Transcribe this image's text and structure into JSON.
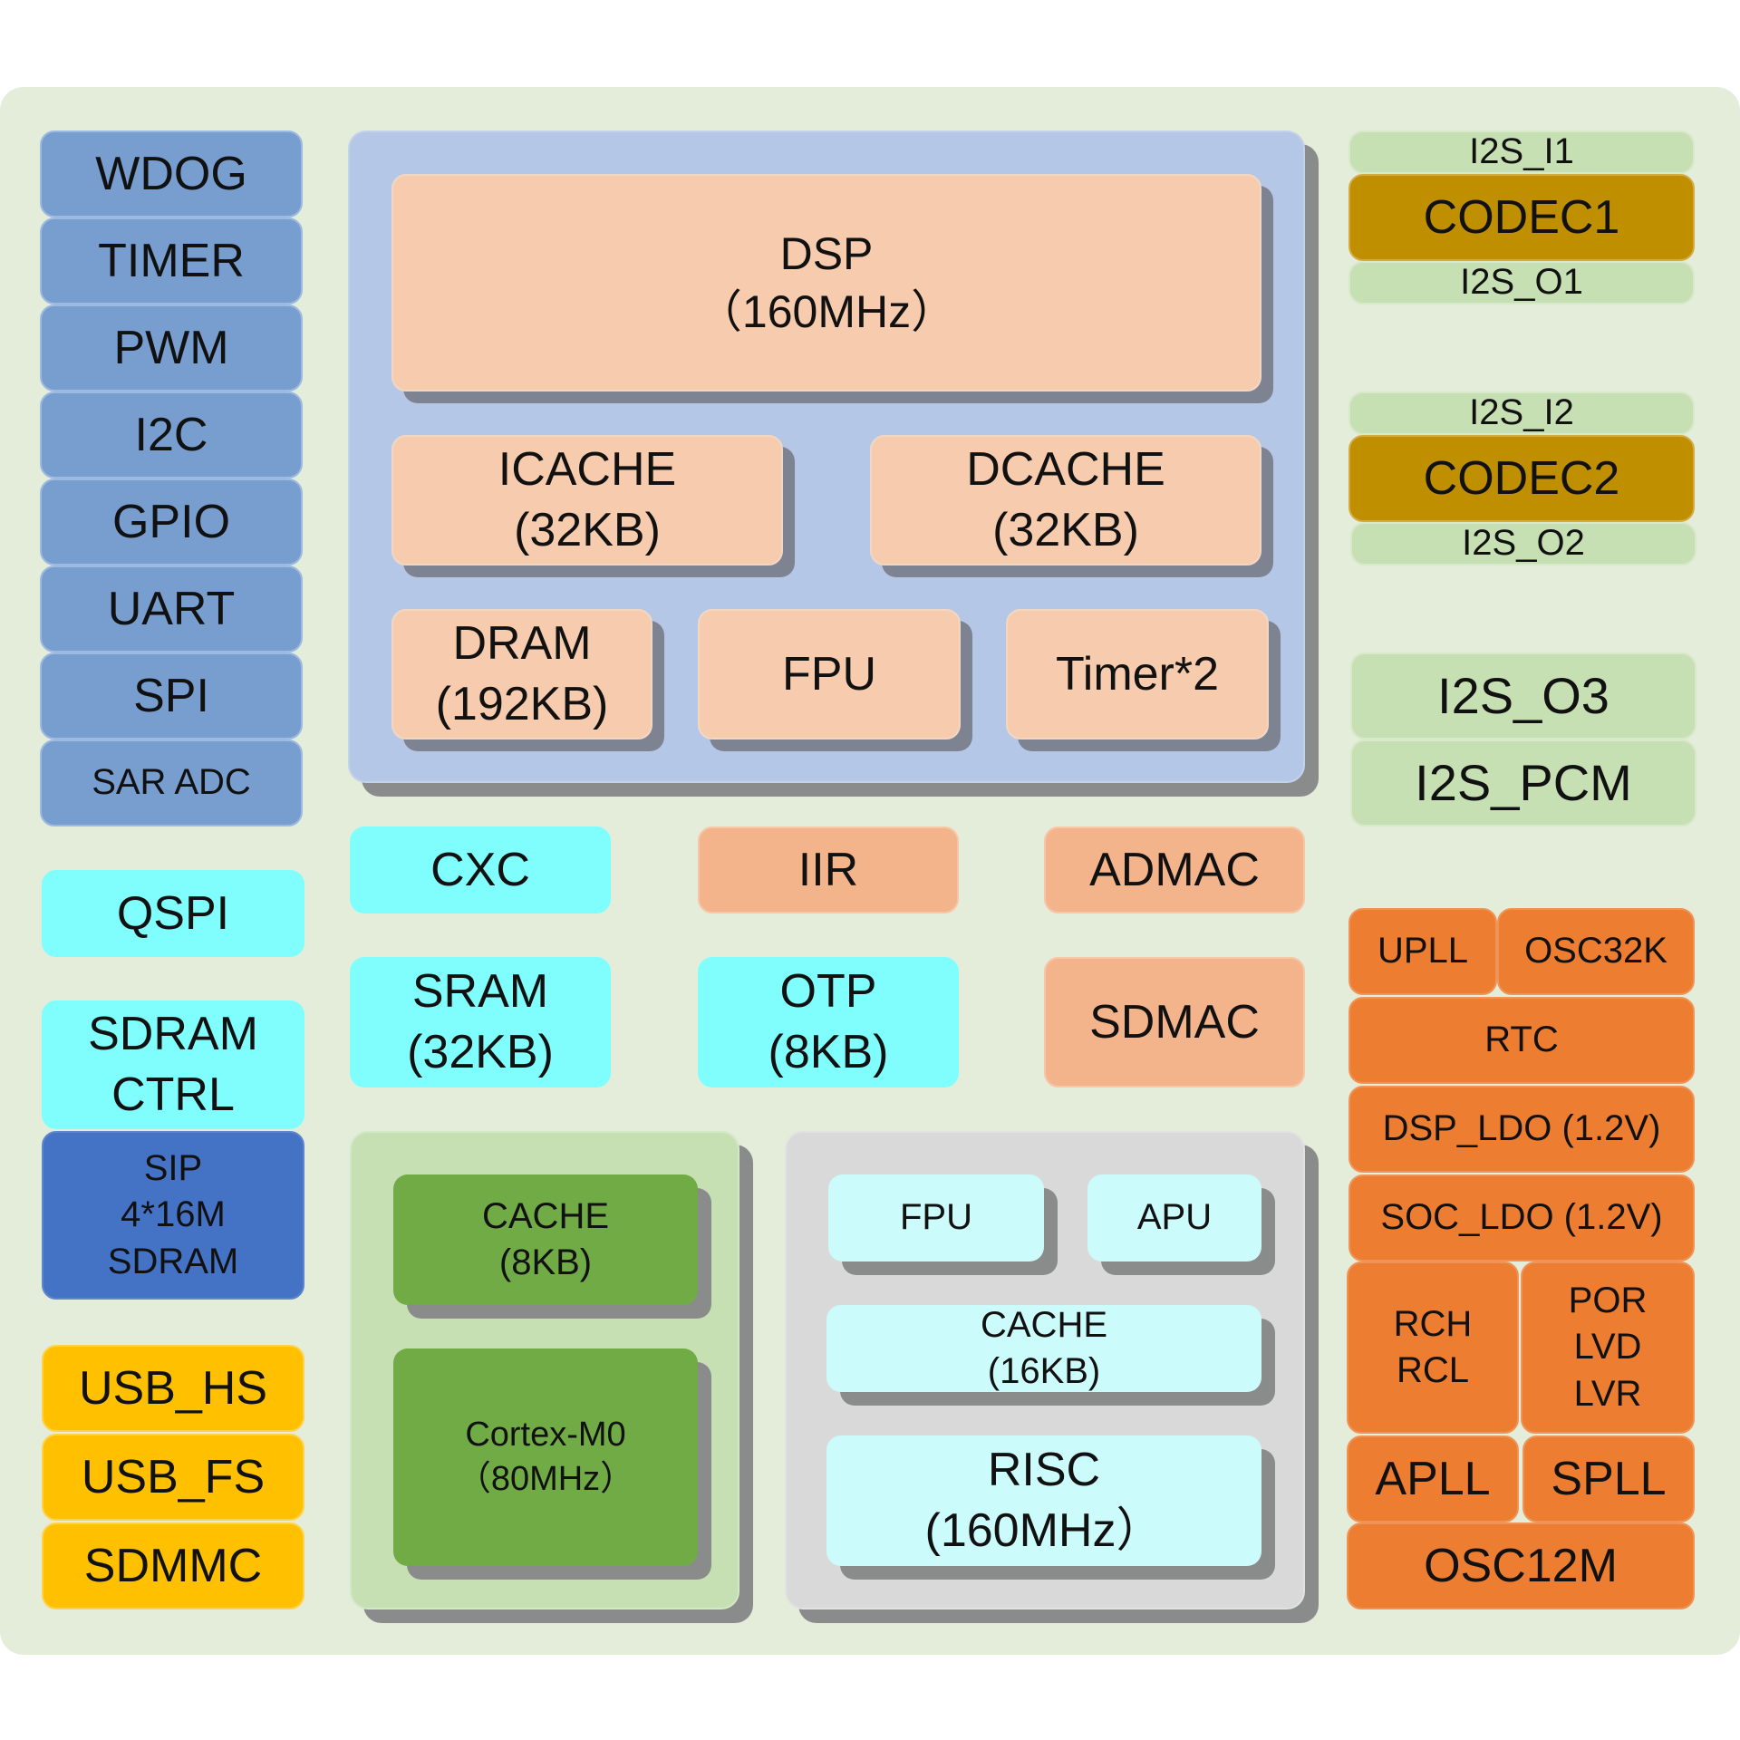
{
  "left_peripherals": [
    "WDOG",
    "TIMER",
    "PWM",
    "I2C",
    "GPIO",
    "UART",
    "SPI",
    "SAR ADC"
  ],
  "left_memory": {
    "qspi": "QSPI",
    "sdram_ctrl": "SDRAM\nCTRL",
    "sip": "SIP\n4*16M\nSDRAM"
  },
  "left_usb": [
    "USB_HS",
    "USB_FS",
    "SDMMC"
  ],
  "dsp_cluster": {
    "dsp": "DSP\n（160MHz）",
    "icache": "ICACHE\n(32KB)",
    "dcache": "DCACHE\n(32KB)",
    "dram": "DRAM\n(192KB)",
    "fpu": "FPU",
    "timer": "Timer*2"
  },
  "middle_blocks": {
    "cxc": "CXC",
    "iir": "IIR",
    "admac": "ADMAC",
    "sram": "SRAM\n(32KB)",
    "otp": "OTP\n(8KB)",
    "sdmac": "SDMAC"
  },
  "m0_cluster": {
    "cache": "CACHE\n(8KB)",
    "core": "Cortex-M0\n（80MHz）"
  },
  "risc_cluster": {
    "fpu": "FPU",
    "apu": "APU",
    "cache": "CACHE\n(16KB)",
    "core": "RISC\n(160MHz）"
  },
  "codec1": {
    "in": "I2S_I1",
    "name": "CODEC1",
    "out": "I2S_O1"
  },
  "codec2": {
    "in": "I2S_I2",
    "name": "CODEC2",
    "out": "I2S_O2"
  },
  "i2s_extra": [
    "I2S_O3",
    "I2S_PCM"
  ],
  "power_clock": {
    "upll": "UPLL",
    "osc32k": "OSC32K",
    "rtc": "RTC",
    "dsp_ldo": "DSP_LDO (1.2V)",
    "soc_ldo": "SOC_LDO (1.2V)",
    "rch": "RCH\nRCL",
    "por": "POR\nLVD\nLVR",
    "apll": "APLL",
    "spll": "SPLL",
    "osc12m": "OSC12M"
  }
}
